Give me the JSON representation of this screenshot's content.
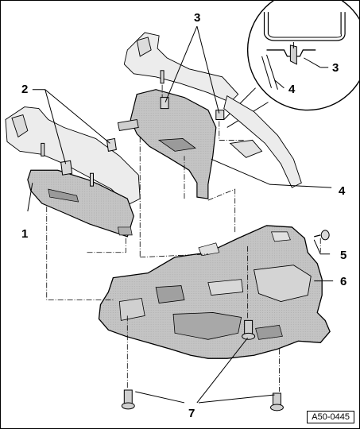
{
  "callouts": {
    "c1": "1",
    "c2": "2",
    "c3": "3",
    "c3_detail": "3",
    "c4": "4",
    "c4_detail": "4",
    "c5": "5",
    "c6": "6",
    "c7": "7"
  },
  "figure_code": "A50-0445",
  "colors": {
    "part_fill": "#c4c4c4",
    "part_shadow": "#9a9a9a",
    "frame_fill": "#e6e6e6",
    "line": "#000000"
  }
}
